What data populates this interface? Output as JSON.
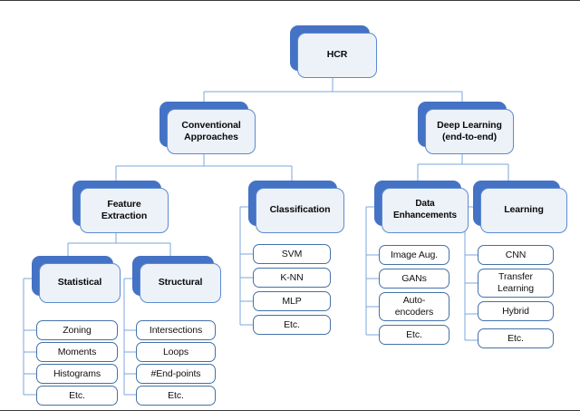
{
  "diagram": {
    "title": "HCR",
    "type": "tree-taxonomy",
    "colors": {
      "card_shadow": "#4472C4",
      "card_fill": "#EDF1F8",
      "card_border": "#5B8BD0",
      "leaf_border": "#4472A8",
      "connector": "#7BA7DC",
      "text": "#0A0A0A",
      "background": "#FFFFFF"
    },
    "root": {
      "label": "HCR"
    },
    "level1": [
      {
        "label_line1": "Conventional",
        "label_line2": "Approaches"
      },
      {
        "label_line1": "Deep Learning",
        "label_line2": "(end-to-end)"
      }
    ],
    "level2": [
      {
        "label_line1": "Feature",
        "label_line2": "Extraction"
      },
      {
        "label_line1": "Classification",
        "label_line2": ""
      },
      {
        "label_line1": "Data",
        "label_line2": "Enhancements"
      },
      {
        "label_line1": "Learning",
        "label_line2": ""
      }
    ],
    "level3": [
      {
        "label_line1": "Statistical",
        "label_line2": ""
      },
      {
        "label_line1": "Structural",
        "label_line2": ""
      }
    ],
    "leaves": {
      "statistical": [
        "Zoning",
        "Moments",
        "Histograms",
        "Etc."
      ],
      "structural": [
        "Intersections",
        "Loops",
        "#End-points",
        "Etc."
      ],
      "classification": [
        "SVM",
        "K-NN",
        "MLP",
        "Etc."
      ],
      "data_enhancements": [
        "Image Aug.",
        "GANs",
        "Auto-\nencoders",
        "Etc."
      ],
      "data_enhancements_multiline": {
        "auto_encoders_line1": "Auto-",
        "auto_encoders_line2": "encoders"
      },
      "learning": [
        "CNN",
        "Transfer\nLearning",
        "Hybrid",
        "Etc."
      ],
      "learning_multiline": {
        "transfer_learning_line1": "Transfer",
        "transfer_learning_line2": "Learning"
      }
    },
    "edges": [
      "HCR -> Conventional Approaches",
      "HCR -> Deep Learning (end-to-end)",
      "Conventional Approaches -> Feature Extraction",
      "Conventional Approaches -> Classification",
      "Deep Learning (end-to-end) -> Data Enhancements",
      "Deep Learning (end-to-end) -> Learning",
      "Feature Extraction -> Statistical",
      "Feature Extraction -> Structural",
      "Statistical -> Zoning, Moments, Histograms, Etc.",
      "Structural -> Intersections, Loops, #End-points, Etc.",
      "Classification -> SVM, K-NN, MLP, Etc.",
      "Data Enhancements -> Image Aug., GANs, Auto-encoders, Etc.",
      "Learning -> CNN, Transfer Learning, Hybrid, Etc."
    ]
  }
}
